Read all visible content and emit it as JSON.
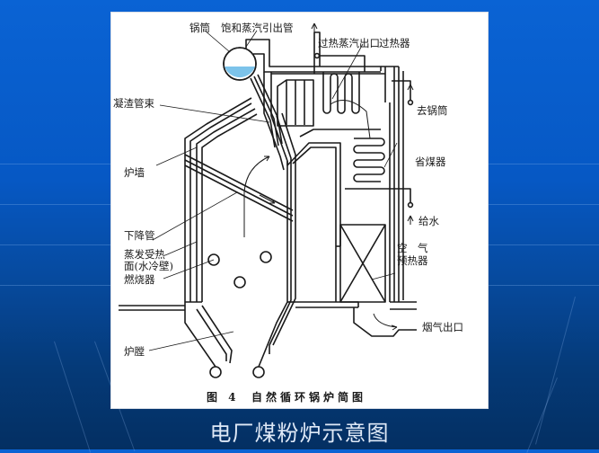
{
  "slide": {
    "title": "电厂煤粉炉示意图",
    "background_color_top": "#0a63d4",
    "background_color_bottom": "#042f62"
  },
  "figure": {
    "caption_number": "图 4",
    "caption_text": "自然循环锅炉简图",
    "labels": {
      "drum": "锅筒",
      "saturated_steam_pipe": "饱和蒸汽引出管",
      "superheated_steam_outlet": "过热蒸汽出口",
      "superheater": "过热器",
      "slag_screen": "凝渣管束",
      "to_drum": "去锅筒",
      "furnace_wall": "炉墙",
      "economizer": "省煤器",
      "feedwater": "给水",
      "downcomer": "下降管",
      "evaporating_surface_line1": "蒸发受热",
      "evaporating_surface_line2": "面(水冷壁)",
      "burner": "燃烧器",
      "air_preheater_line1": "空　气",
      "air_preheater_line2": "预热器",
      "furnace": "炉膛",
      "flue_gas_outlet": "烟气出口"
    },
    "colors": {
      "line": "#1a1a1a",
      "drum_water": "#7cc3ea",
      "panel": "#ffffff"
    }
  }
}
